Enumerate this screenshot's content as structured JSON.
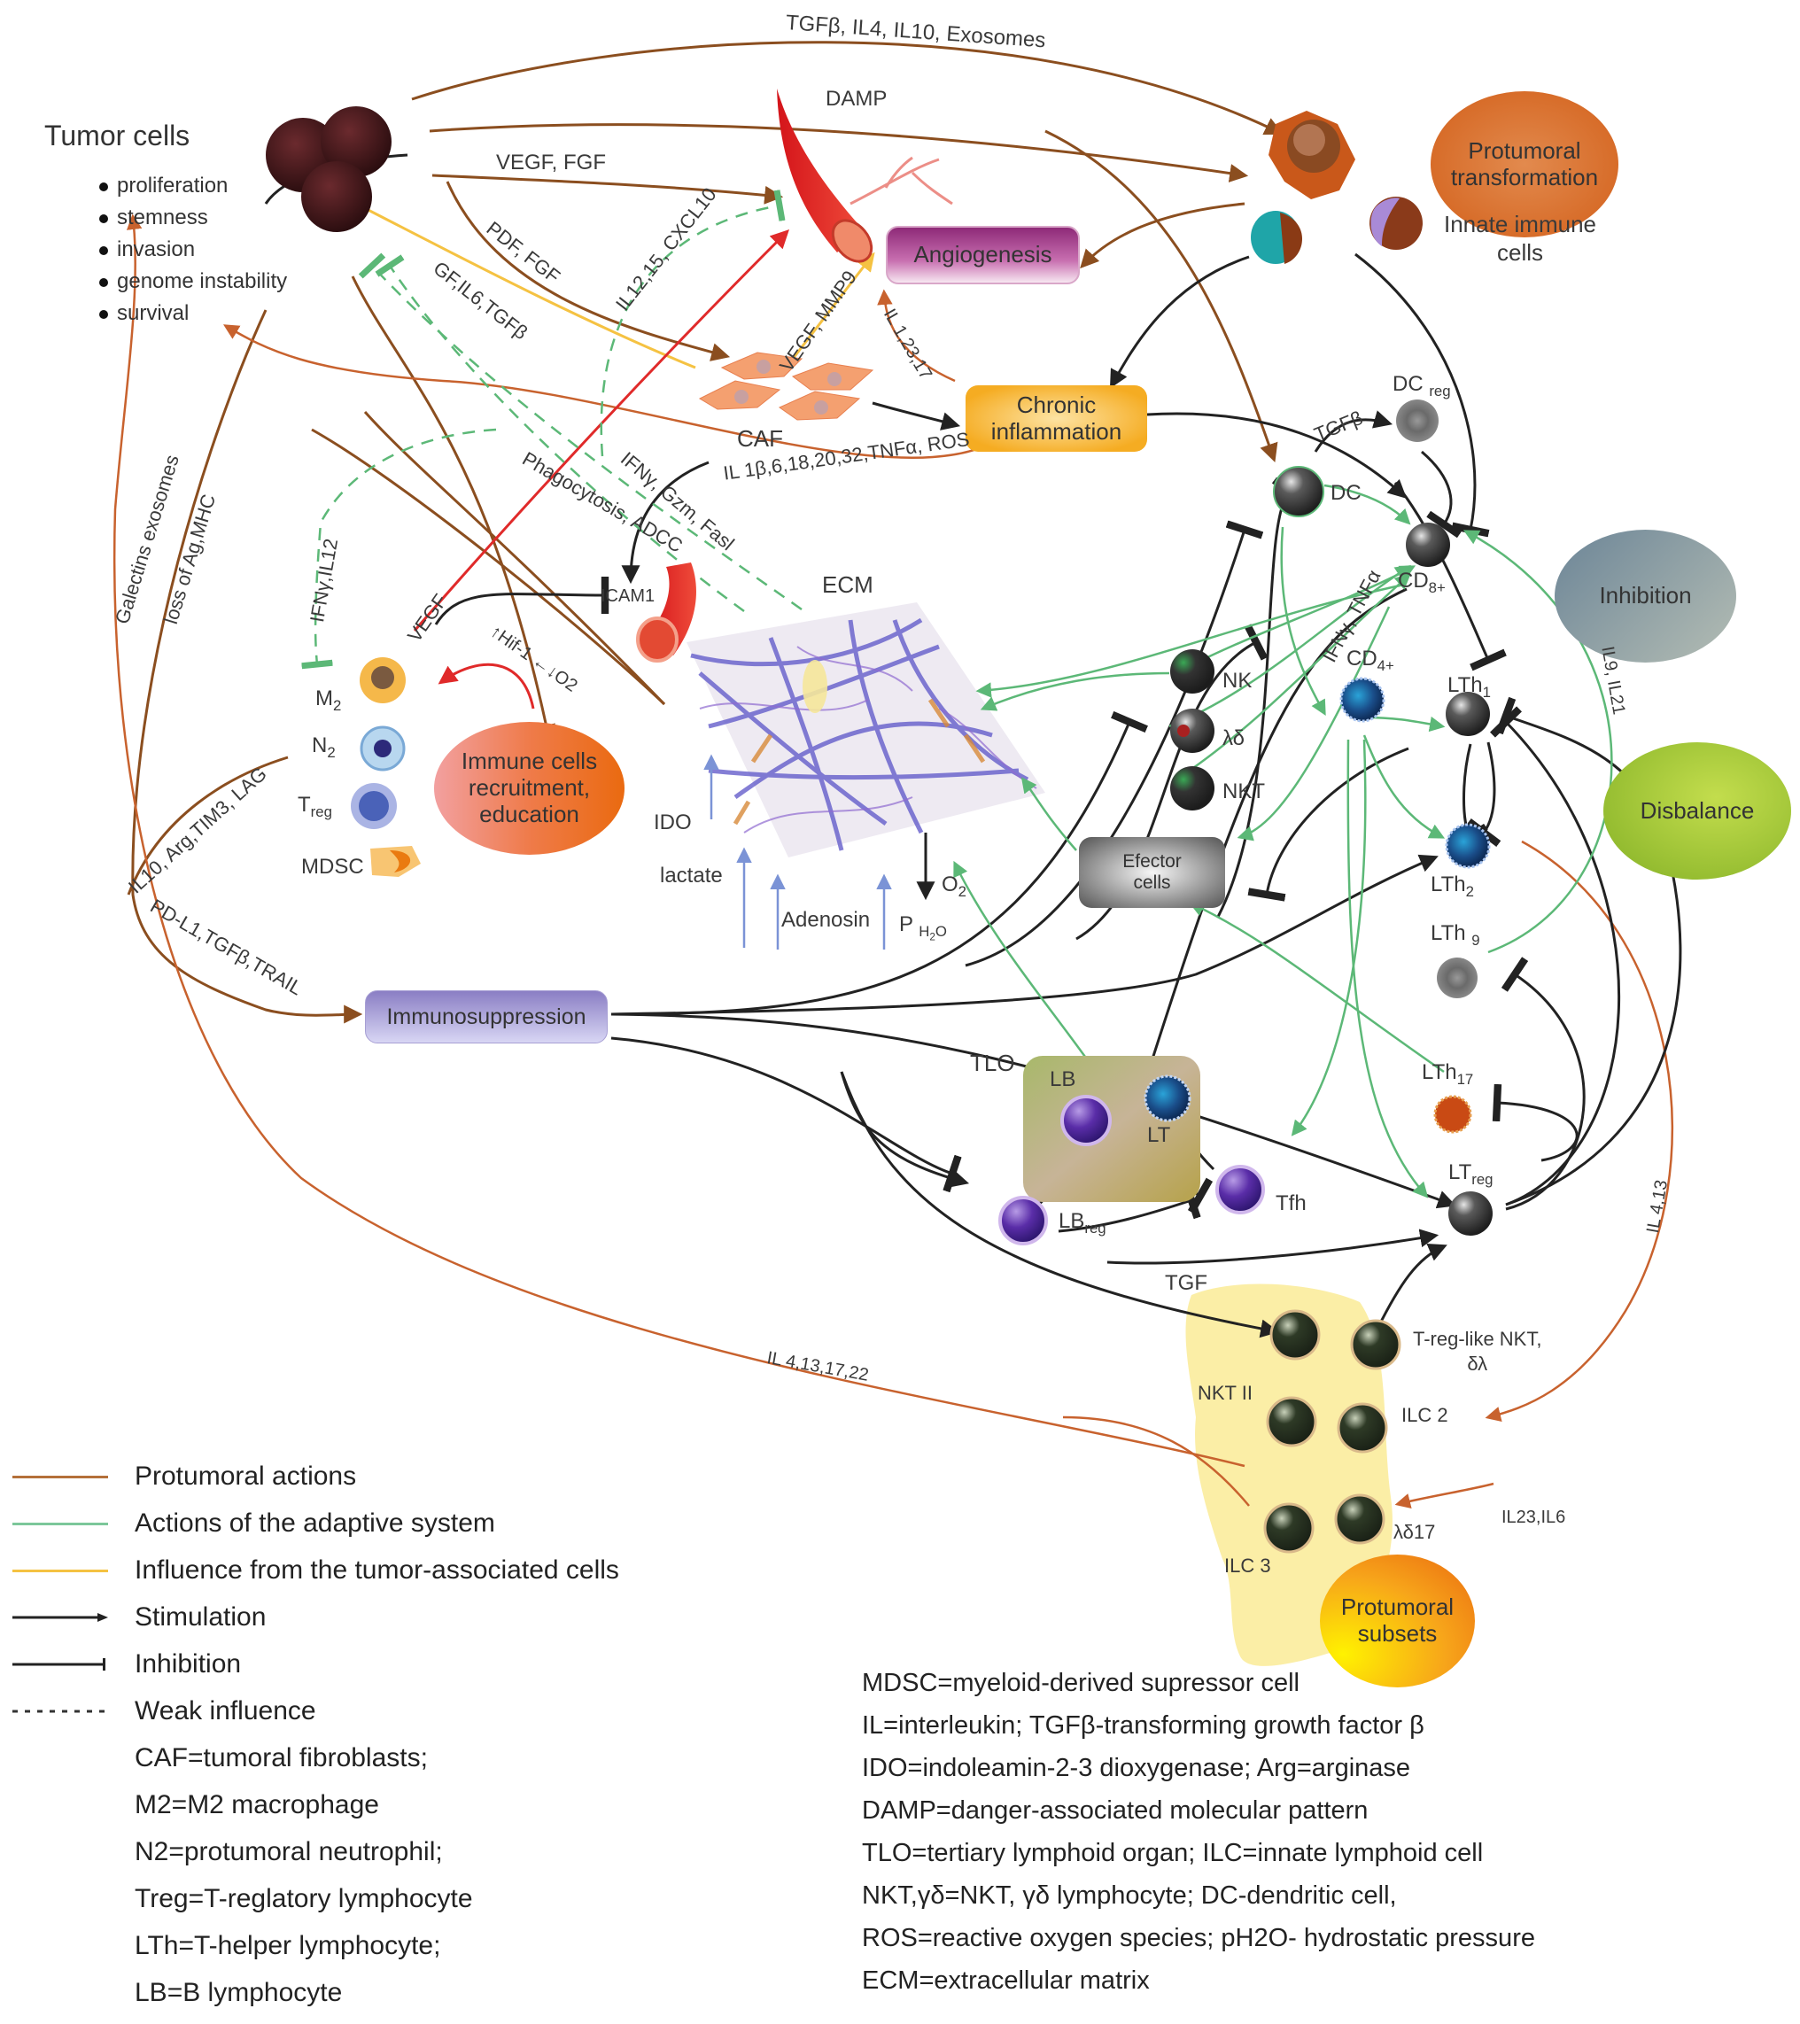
{
  "tumor": {
    "title": "Tumor cells",
    "bullets": [
      "proliferation",
      "stemness",
      "invasion",
      "genome instability",
      "survival"
    ]
  },
  "nodes": {
    "angiogenesis": "Angiogenesis",
    "chronic_inflammation": [
      "Chronic",
      "inflammation"
    ],
    "protumoral_transformation": [
      "Protumoral",
      "transformation"
    ],
    "innate_immune_cells": [
      "Innate immune",
      "cells"
    ],
    "inhibition": "Inhibition",
    "disbalance": "Disbalance",
    "immune_recruitment": [
      "Immune cells",
      "recruitment,",
      "education"
    ],
    "immunosuppression": "Immunosuppression",
    "effector_cells": [
      "Efector",
      "cells"
    ],
    "protumoral_subsets": [
      "Protumoral",
      "subsets"
    ],
    "caf": "CAF",
    "ecm": "ECM",
    "icam": "ICAM1",
    "tlo": "TLO"
  },
  "cells": {
    "m2": "M2",
    "n2": "N2",
    "treg": "Treg",
    "mdsc": "MDSC",
    "dc": "DC",
    "dc_reg": "DC reg",
    "cd8": "CD8+",
    "cd4": "CD4+",
    "nk": "NK",
    "gd": "λδ",
    "nkt": "NKT",
    "lth1": "LTh1",
    "lth2": "LTh2",
    "lth9": "LTh9",
    "lth17": "LTh17",
    "ltreg": "LTreg",
    "lb": "LB",
    "lt": "LT",
    "lbreg": "LBreg",
    "tfh": "Tfh",
    "nkt_ii": "NKT II",
    "treg_like": [
      "T-reg-like NKT,",
      "δλ"
    ],
    "ilc2": "ILC 2",
    "ilc3": "ILC 3",
    "gd17": "λδ17"
  },
  "edge_labels": {
    "top": "TGFβ, IL4, IL10,  Exosomes",
    "damp": "DAMP",
    "vegf_fgf": "VEGF, FGF",
    "pdf_fgf": "PDF, FGF",
    "gf_il6": "GF,IL6,TGFβ",
    "il12_cxcl": "IL12,15, CXCL10",
    "vegf_mmp9": "VEGF, MMP9",
    "il_1_23_17": "IL 1,23,17",
    "il_inflam": "IL 1β,6,18,20,32,TNFα, ROS",
    "ifn_gzm": "IFNγ, Gzm, Fasl",
    "phago": "Phagocytosis, ADCC",
    "galectins": "Galectins exosomes",
    "loss_ag": "loss of Ag,MHC",
    "ifn_il12": "IFNγ,IL12",
    "vegf": "VEGF",
    "hif": "↑Hif-1 ←↓O2",
    "il10_arg": "IL10, Arg,TIM3, LAG",
    "pdl1": "PD-L1,TGFβ,TRAIL",
    "tgfb_dc": "TGFβ",
    "ifn_tnf": "IFNγ, TNFα",
    "il9_il21": "IL9, IL21",
    "il4_13": "IL 4,13",
    "il4_13_17_22": "IL 4,13,17,22",
    "tgf": "TGF",
    "il23_il6": "IL23,IL6",
    "ido": "IDO",
    "lactate": "lactate",
    "adenosin": "Adenosin",
    "o2": "O2",
    "ph2o": "P H2O"
  },
  "legend": [
    {
      "label": "Protumoral actions",
      "color": "#b4703a",
      "style": "line"
    },
    {
      "label": "Actions of the adaptive system",
      "color": "#7cc79a",
      "style": "line"
    },
    {
      "label": "Influence from the tumor-associated cells",
      "color": "#f5c242",
      "style": "line"
    },
    {
      "label": "Stimulation",
      "color": "#222222",
      "style": "arrow"
    },
    {
      "label": "Inhibition",
      "color": "#222222",
      "style": "bar"
    },
    {
      "label": "Weak influence",
      "color": "#333333",
      "style": "dotted"
    }
  ],
  "abbreviations_left": [
    "CAF=tumoral fibroblasts;",
    "M2=M2 macrophage",
    "N2=protumoral neutrophil;",
    "Treg=T-reglatory lymphocyte",
    "LTh=T-helper lymphocyte;",
    "LB=B lymphocyte"
  ],
  "abbreviations_right": [
    "MDSC=myeloid-derived supressor cell",
    "IL=interleukin; TGFβ-transforming growth factor β",
    "IDO=indoleamin-2-3 dioxygenase; Arg=arginase",
    "DAMP=danger-associated molecular pattern",
    "TLO=tertiary lymphoid organ; ILC=innate lymphoid cell",
    "NKT,γδ=NKT, γδ lymphocyte; DC-dendritic cell,",
    "ROS=reactive oxygen species; pH2O- hydrostatic pressure",
    "ECM=extracellular matrix"
  ],
  "colors": {
    "protumoral": "#8b4e1f",
    "protumoral_light": "#c8622e",
    "adaptive": "#5cb877",
    "tumor_assoc": "#f5c242",
    "stimulation": "#222222",
    "vegf_red": "#e02a2a",
    "metabolite_blue": "#7b93d6"
  }
}
